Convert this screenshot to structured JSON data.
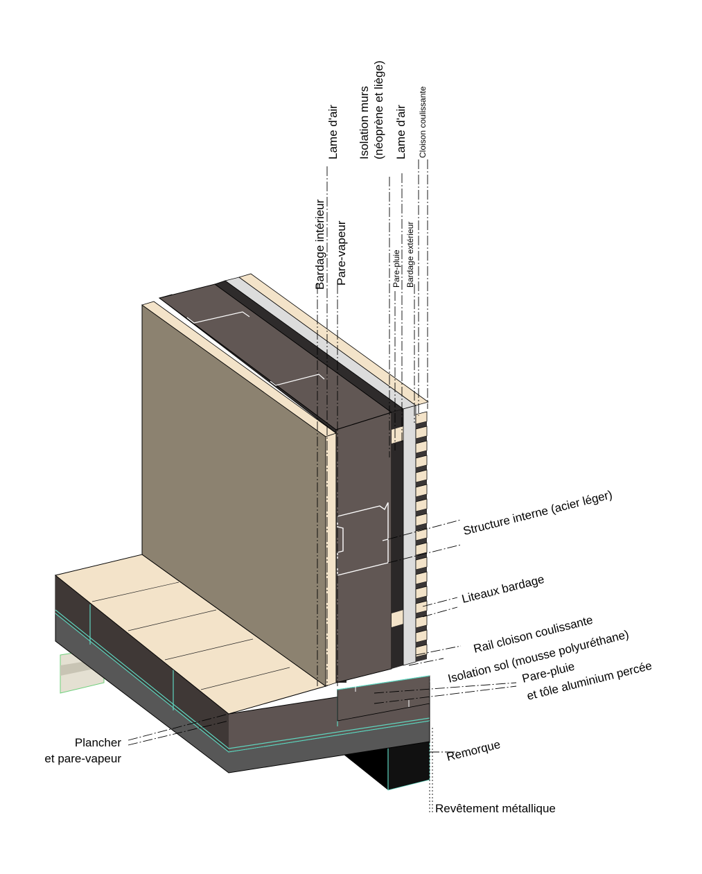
{
  "labels_vertical": {
    "bardage_interieur": "Bardage intérieur",
    "lame_air_1": "Lame d'air",
    "pare_vapeur": "Pare-vapeur",
    "isolation_murs_1": "Isolation murs",
    "isolation_murs_2": "(néoprène et liège)",
    "lame_air_2": "Lame d'air",
    "pare_pluie": "Pare-pluie",
    "bardage_exterieur": "Bardage extérieur",
    "cloison_coulissante": "Cloison coulissante"
  },
  "labels_right": {
    "structure_interne": "Structure interne (acier léger)",
    "liteaux_bardage": "Liteaux bardage",
    "rail_cloison": "Rail cloison coulissante",
    "isolation_sol": "Isolation sol (mousse polyuréthane)",
    "pare_pluie_tole_1": "Pare-pluie",
    "pare_pluie_tole_2": "et tôle aluminium percée",
    "remorque": "Remorque",
    "revetement": "Revêtement métallique"
  },
  "labels_left": {
    "plancher_1": "Plancher",
    "plancher_2": "et pare-vapeur"
  },
  "colors": {
    "bardage_interieur": "#8c8270",
    "wood_light": "#f3e3c9",
    "insulation": "#615754",
    "membrane_dark": "#2e2b2b",
    "outer_panel": "#dcdcdc",
    "floor_base": "#5a5a5a",
    "trailer": "#000000",
    "accent": "#5fd6c0"
  }
}
